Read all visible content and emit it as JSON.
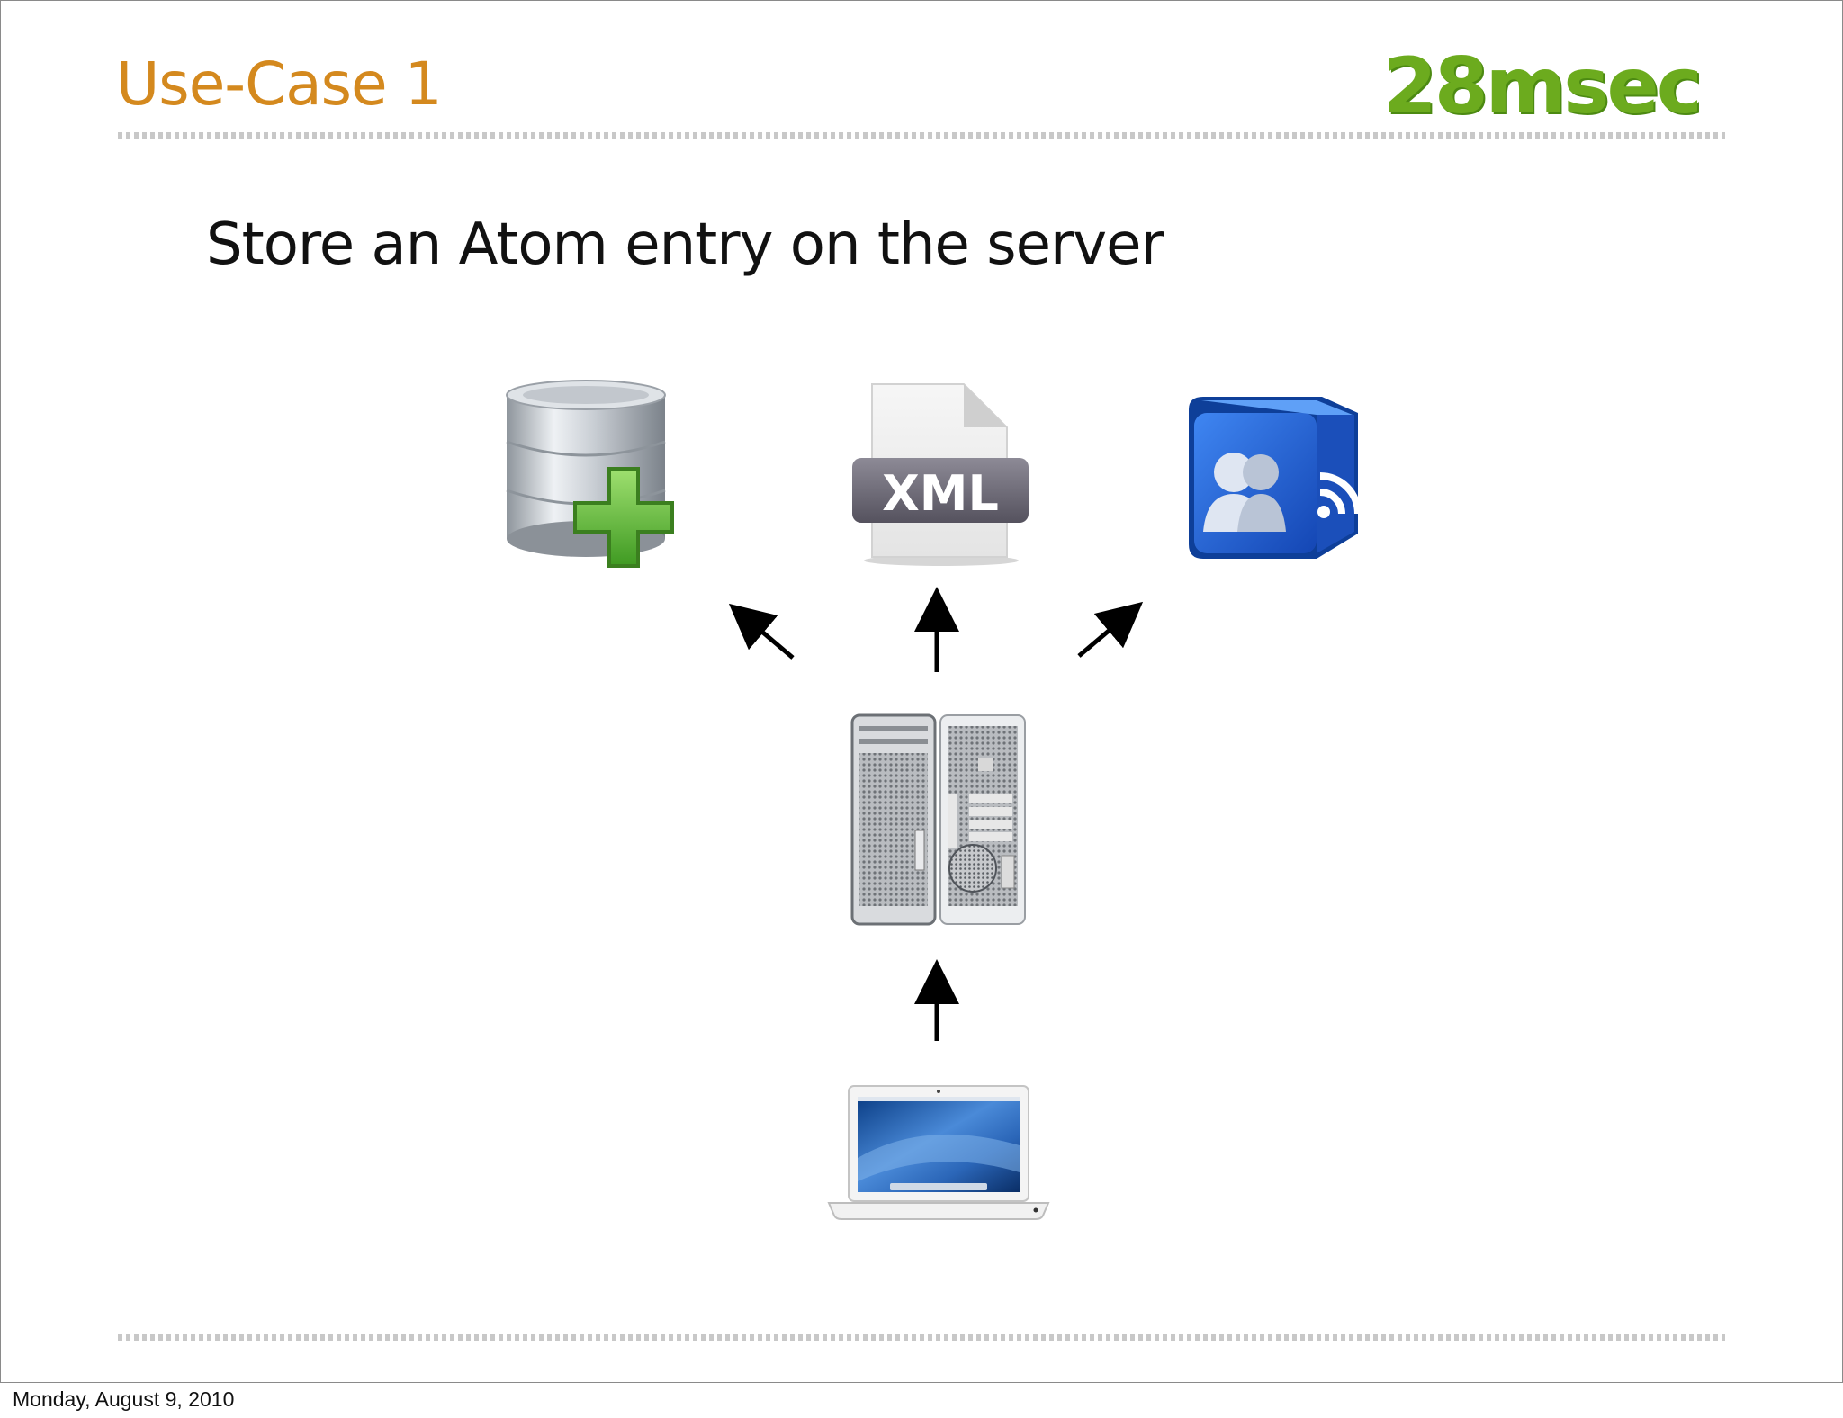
{
  "slide": {
    "title": "Use-Case 1",
    "logo_text": "28msec",
    "subtitle": "Store an Atom entry on the server"
  },
  "icons": {
    "database": "database-add-icon",
    "xml": "xml-file-icon",
    "xml_label": "XML",
    "feed": "atom-feed-cube-icon",
    "server": "server-tower-icon",
    "laptop": "laptop-icon"
  },
  "footer": {
    "date": "Monday, August 9, 2010"
  },
  "colors": {
    "title": "#d4891e",
    "logo": "#6cab1e",
    "feed_blue": "#1a57c9",
    "plus_green": "#5fb53a"
  }
}
